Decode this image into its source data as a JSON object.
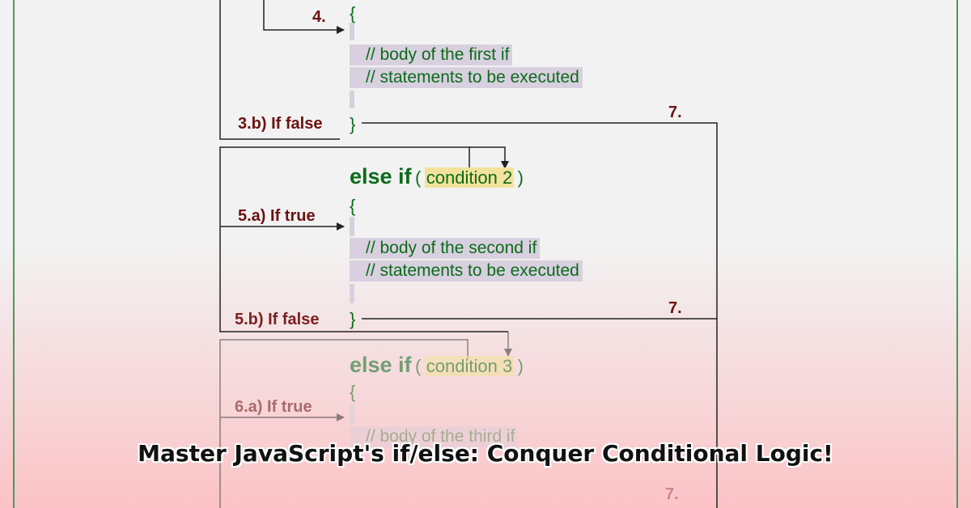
{
  "diagram": {
    "step_labels": {
      "step4": "4.",
      "step3b": "3.b) If false",
      "step5a": "5.a) If true",
      "step5b": "5.b) If false",
      "step6a": "6.a) If true",
      "step7_first": "7.",
      "step7_second": "7.",
      "step7_third": "7."
    },
    "code": {
      "open_brace": "{",
      "close_brace": "}",
      "paren_open": "(",
      "paren_close": ")",
      "first_if_comment_1": "// body of the first if",
      "first_if_comment_2": "// statements to be executed",
      "else_if_keyword": "else if",
      "condition_2": "condition 2",
      "second_if_comment_1": "// body of the second if",
      "second_if_comment_2": "// statements to be executed",
      "condition_3": "condition 3",
      "third_if_comment_1": "// body of the third if"
    },
    "colors": {
      "code_green": "#0b6b1a",
      "label_red": "#6b1212",
      "condition_highlight": "#f3e29b",
      "comment_highlight": "#d8d0df",
      "border_green": "#4a9a5c"
    }
  },
  "banner": {
    "title": "Master JavaScript's if/else: Conquer Conditional Logic!"
  }
}
